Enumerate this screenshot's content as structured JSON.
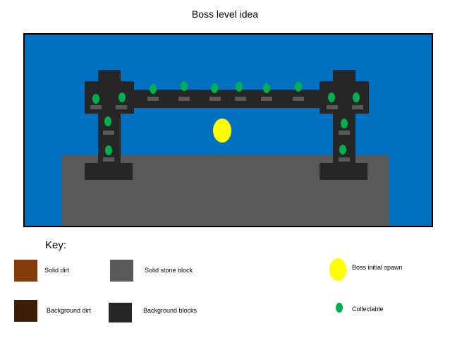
{
  "title": "Boss level idea",
  "key": {
    "heading": "Key:",
    "items": [
      {
        "label": "Solid dirt",
        "color": "#843c0c"
      },
      {
        "label": "Background dirt",
        "color": "#3d1d05"
      },
      {
        "label": "Solid stone block",
        "color": "#595959"
      },
      {
        "label": "Background blocks",
        "color": "#262626"
      },
      {
        "label": "Boss initial spawn",
        "color": "#ffff00"
      },
      {
        "label": "Collectable",
        "color": "#00b050"
      }
    ]
  },
  "scene": {
    "sky_color": "#0070c0",
    "collectable_count": 14,
    "boss_count": 1
  }
}
